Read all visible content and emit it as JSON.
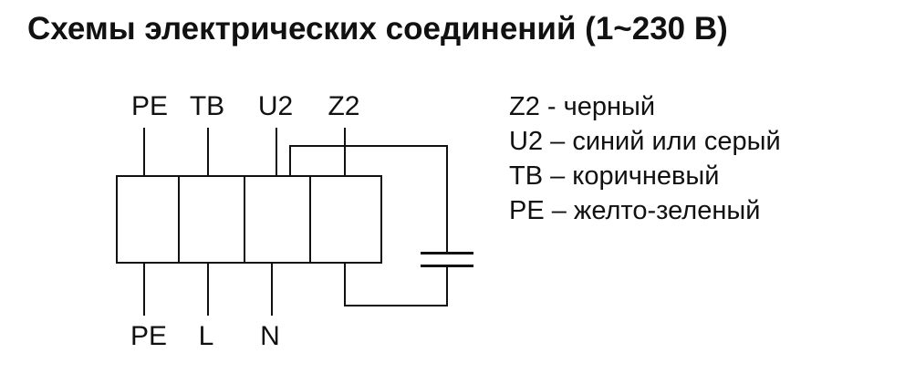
{
  "title": "Схемы электрических соединений (1~230 В)",
  "diagram": {
    "top_terminal_labels": [
      "PE",
      "TB",
      "U2",
      "Z2"
    ],
    "bottom_terminal_labels": [
      "PE",
      "L",
      "N"
    ]
  },
  "legend": {
    "items": [
      "Z2 - черный",
      "U2 – синий или серый",
      "TB – коричневый",
      "PE – желто-зеленый"
    ]
  }
}
